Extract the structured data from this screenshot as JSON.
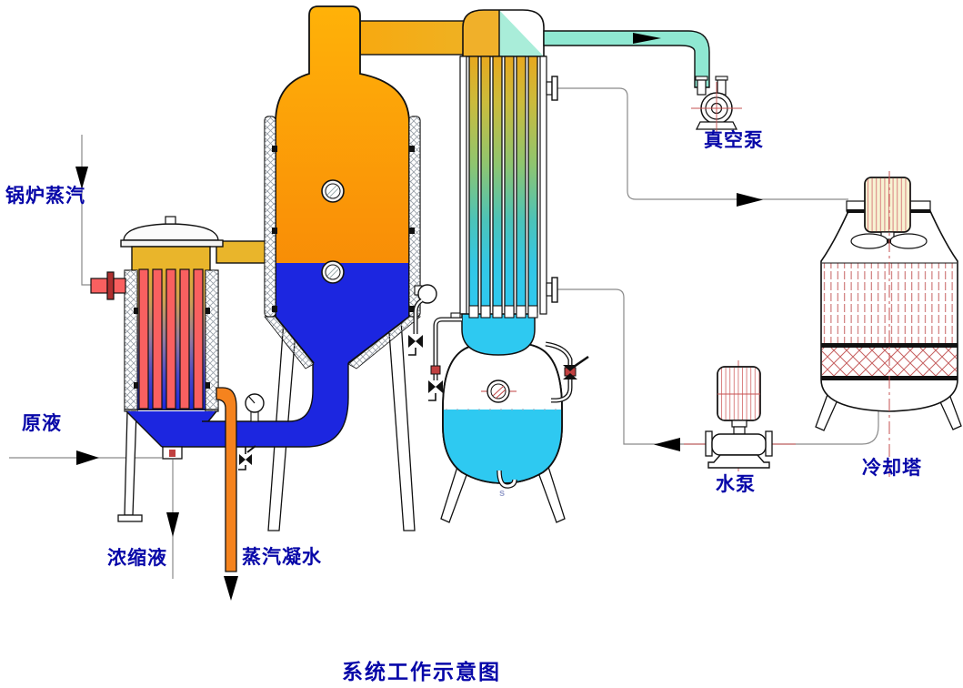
{
  "diagram": {
    "title": "系统工作示意图",
    "labels": {
      "boiler_steam": "锅炉蒸汽",
      "raw_liquid": "原液",
      "concentrated_liquid": "浓缩液",
      "steam_condensate": "蒸汽凝水",
      "vacuum_pump": "真空泵",
      "water_pump": "水泵",
      "cooling_tower": "冷却塔",
      "drain_mark": "s"
    },
    "colors": {
      "label_text": "#0707A8",
      "evaporator_orange": "#FA9307",
      "heater_gold": "#E9B52B",
      "tube_red": "#F96060",
      "liquid_blue": "#1C26E0",
      "condensate_orange": "#F5831E",
      "coolant_cyan": "#8FE8D2",
      "header_cyan": "#A9EDD9",
      "water_cyan": "#2EC9F1",
      "centerline_red": "#C04040"
    }
  }
}
